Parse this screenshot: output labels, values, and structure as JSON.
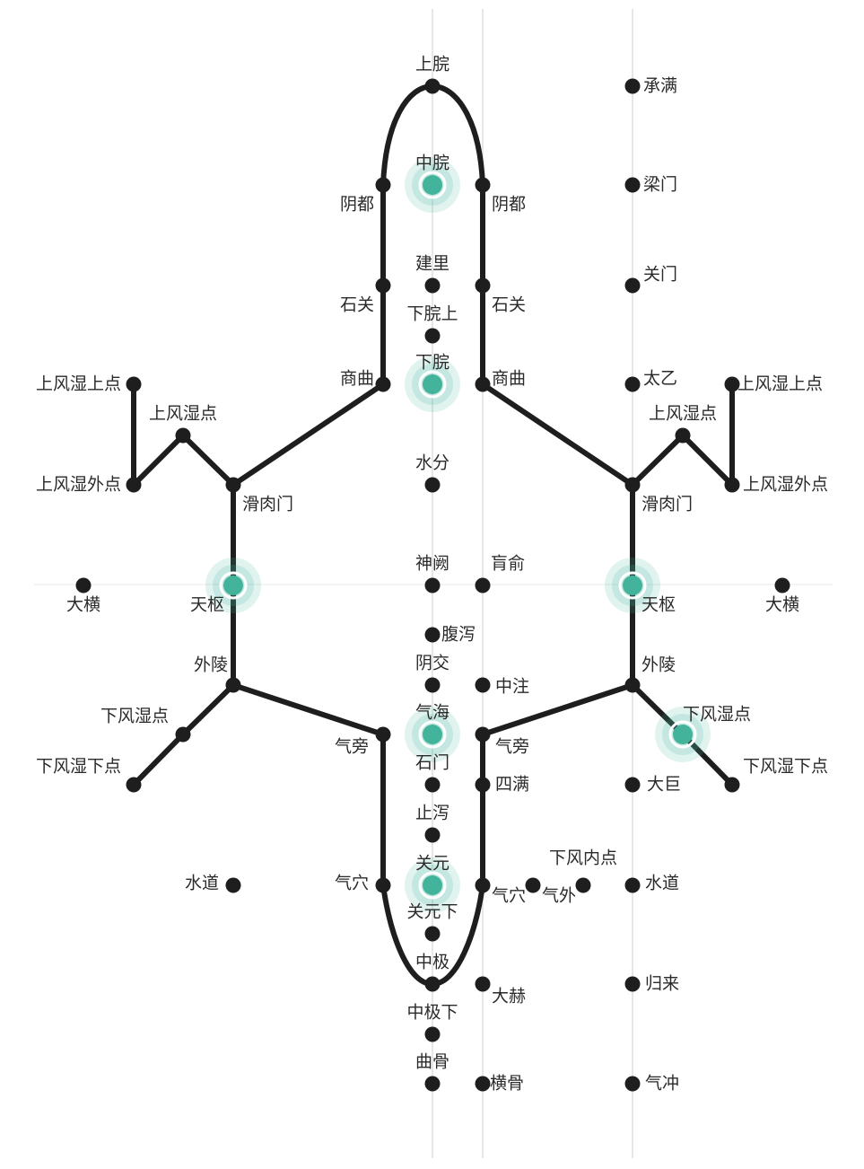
{
  "diagram": {
    "points": [
      {
        "id": "shangwan",
        "label": "上脘"
      },
      {
        "id": "zhongwan",
        "label": "中脘"
      },
      {
        "id": "jianli",
        "label": "建里"
      },
      {
        "id": "xiawanshang",
        "label": "下脘上"
      },
      {
        "id": "xiawan",
        "label": "下脘"
      },
      {
        "id": "shuifen",
        "label": "水分"
      },
      {
        "id": "shenque",
        "label": "神阙"
      },
      {
        "id": "fuxie",
        "label": "腹泻"
      },
      {
        "id": "yinjiao",
        "label": "阴交"
      },
      {
        "id": "qihai",
        "label": "气海"
      },
      {
        "id": "shimen",
        "label": "石门"
      },
      {
        "id": "zhixie",
        "label": "止泻"
      },
      {
        "id": "guanyuan",
        "label": "关元"
      },
      {
        "id": "guanyuanxia",
        "label": "关元下"
      },
      {
        "id": "zhongji",
        "label": "中极"
      },
      {
        "id": "zhongjixia",
        "label": "中极下"
      },
      {
        "id": "qugu",
        "label": "曲骨"
      },
      {
        "id": "yindu-l",
        "label": "阴都"
      },
      {
        "id": "shiguan-l",
        "label": "石关"
      },
      {
        "id": "shangqu-l",
        "label": "商曲"
      },
      {
        "id": "yindu-r",
        "label": "阴都"
      },
      {
        "id": "shiguan-r",
        "label": "石关"
      },
      {
        "id": "shangqu-r",
        "label": "商曲"
      },
      {
        "id": "huangshu",
        "label": "肓俞"
      },
      {
        "id": "zhongzhu",
        "label": "中注"
      },
      {
        "id": "simang",
        "label": "四满"
      },
      {
        "id": "dahe",
        "label": "大赫"
      },
      {
        "id": "henggu",
        "label": "横骨"
      },
      {
        "id": "qipang-l",
        "label": "气旁"
      },
      {
        "id": "qixue-l",
        "label": "气穴"
      },
      {
        "id": "qipang-r",
        "label": "气旁"
      },
      {
        "id": "qixue-r",
        "label": "气穴"
      },
      {
        "id": "qiwai",
        "label": "气外"
      },
      {
        "id": "xiafengneidian",
        "label": "下风内点"
      },
      {
        "id": "chengman",
        "label": "承满"
      },
      {
        "id": "liangmen",
        "label": "梁门"
      },
      {
        "id": "guanmen",
        "label": "关门"
      },
      {
        "id": "taiyi",
        "label": "太乙"
      },
      {
        "id": "huaroumen-r",
        "label": "滑肉门"
      },
      {
        "id": "tianshu-r",
        "label": "天枢"
      },
      {
        "id": "wailing-r",
        "label": "外陵"
      },
      {
        "id": "daju",
        "label": "大巨"
      },
      {
        "id": "shuidao-r",
        "label": "水道"
      },
      {
        "id": "guilai",
        "label": "归来"
      },
      {
        "id": "qichong",
        "label": "气冲"
      },
      {
        "id": "huaroumen-l",
        "label": "滑肉门"
      },
      {
        "id": "tianshu-l",
        "label": "天枢"
      },
      {
        "id": "wailing-l",
        "label": "外陵"
      },
      {
        "id": "shuidao-l",
        "label": "水道"
      },
      {
        "id": "daheng-l",
        "label": "大横"
      },
      {
        "id": "daheng-r",
        "label": "大横"
      },
      {
        "id": "shangfengshishangdian-l",
        "label": "上风湿上点"
      },
      {
        "id": "shangfengshidian-l",
        "label": "上风湿点"
      },
      {
        "id": "shangfengshiwaidian-l",
        "label": "上风湿外点"
      },
      {
        "id": "shangfengshishangdian-r",
        "label": "上风湿上点"
      },
      {
        "id": "shangfengshidian-r",
        "label": "上风湿点"
      },
      {
        "id": "shangfengshiwaidian-r",
        "label": "上风湿外点"
      },
      {
        "id": "xiafengshidian-l",
        "label": "下风湿点"
      },
      {
        "id": "xiafengshixiadian-l",
        "label": "下风湿下点"
      },
      {
        "id": "xiafengshidian-r",
        "label": "下风湿点"
      },
      {
        "id": "xiafengshixiadian-r",
        "label": "下风湿下点"
      }
    ],
    "highlighted_points": [
      "zhongwan",
      "xiawan",
      "tianshu-l",
      "tianshu-r",
      "qihai",
      "guanyuan",
      "xiafengshidian-r"
    ],
    "colors": {
      "line": "#1e1e1e",
      "point": "#1e1e1e",
      "highlight": "#44b39b",
      "guide": "#e7e7e7",
      "text": "#2a2a2a"
    }
  }
}
